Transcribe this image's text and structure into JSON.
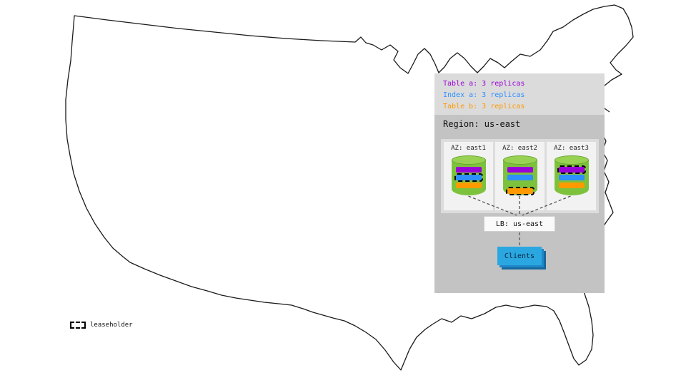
{
  "replica_legend": {
    "items": [
      {
        "label": "Table a: 3 replicas",
        "key": "tablea"
      },
      {
        "label": "Index a: 3 replicas",
        "key": "index"
      },
      {
        "label": "Table b: 3 replicas",
        "key": "tableb"
      }
    ]
  },
  "region": {
    "title": "Region: us-east",
    "azs": [
      {
        "label": "AZ: east1",
        "leaseholder": "index"
      },
      {
        "label": "AZ: east2",
        "leaseholder": "tableb"
      },
      {
        "label": "AZ: east3",
        "leaseholder": "tablea"
      }
    ],
    "lb": {
      "label": "LB: us-east"
    },
    "clients": {
      "label": "Clients"
    }
  },
  "map_legend": {
    "label": "leaseholder"
  },
  "colors": {
    "tablea": "#9a00d8",
    "index": "#2e8fff",
    "tableb": "#ff9900",
    "cylinder": "#7dc23c",
    "region_bg": "#c3c3c3",
    "panel_bg": "#dbdbdb",
    "clients_blue": "#2aa7e1"
  }
}
